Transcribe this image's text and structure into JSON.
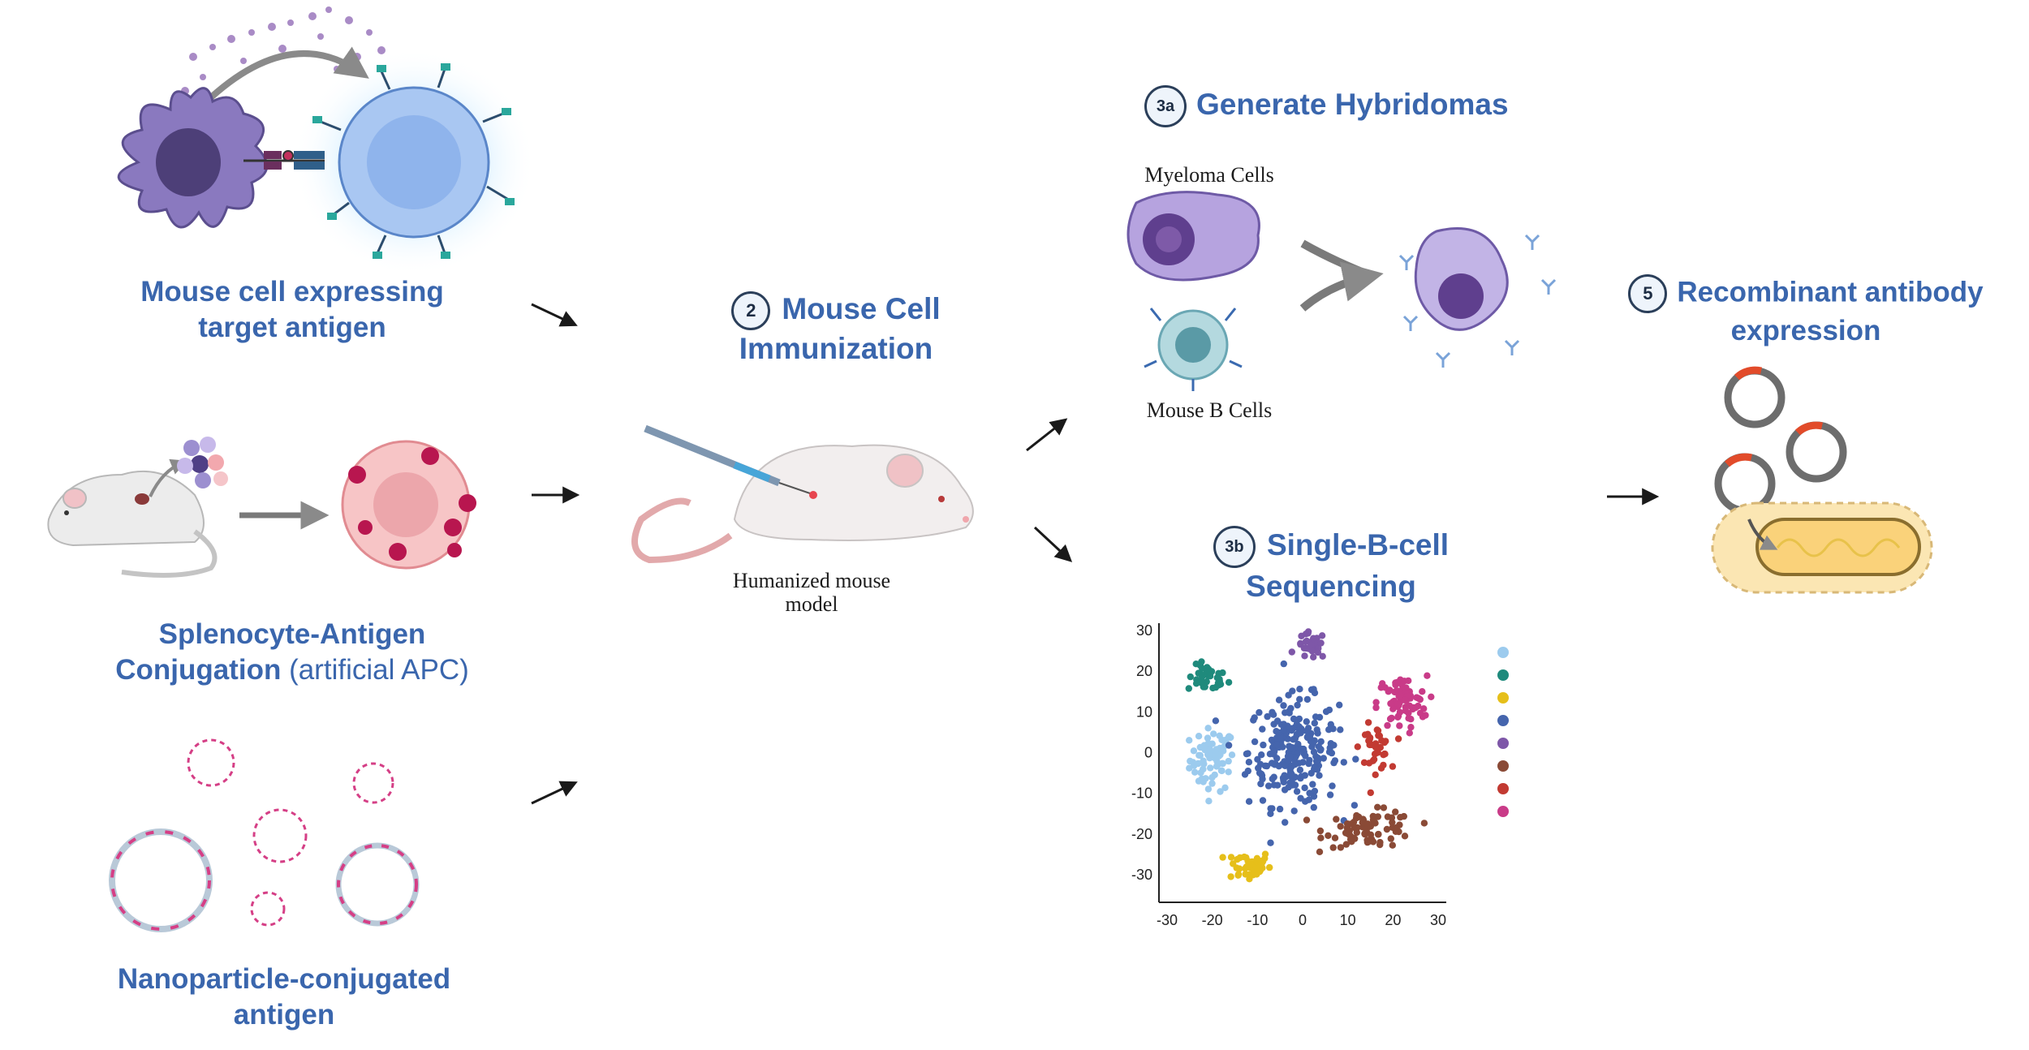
{
  "step1": {
    "mouse_cell_line1": "Mouse cell expressing",
    "mouse_cell_line2": "target antigen",
    "splenocyte_line1": "Splenocyte-Antigen",
    "splenocyte_line2": "Conjugation",
    "splenocyte_suffix": "(artificial APC)",
    "nanoparticle_line1": "Nanoparticle-conjugated",
    "nanoparticle_line2": "antigen"
  },
  "step2": {
    "badge": "2",
    "title_line1": "Mouse Cell",
    "title_line2": "Immunization",
    "caption_line1": "Humanized mouse",
    "caption_line2": "model"
  },
  "step3a": {
    "badge": "3a",
    "title": "Generate Hybridomas",
    "myeloma_label": "Myeloma Cells",
    "bcell_label": "Mouse B Cells"
  },
  "step3b": {
    "badge": "3b",
    "title_line1": "Single-B-cell",
    "title_line2": "Sequencing"
  },
  "step5": {
    "badge": "5",
    "title_line1": "Recombinant antibody",
    "title_line2": "expression"
  },
  "chart_data": {
    "type": "scatter",
    "title": "",
    "xlabel": "",
    "ylabel": "",
    "xlim": [
      -30,
      30
    ],
    "ylim": [
      -35,
      30
    ],
    "x_ticks": [
      "-30",
      "-20",
      "-10",
      "0",
      "10",
      "20",
      "30"
    ],
    "y_ticks": [
      "30",
      "20",
      "10",
      "0",
      "-10",
      "-20",
      "-30"
    ],
    "grid": false,
    "legend": "right",
    "clusters": [
      {
        "color": "#9ccbee",
        "center": [
          -20,
          -2
        ],
        "spread": [
          4.5,
          7
        ],
        "count": 70
      },
      {
        "color": "#1f8a7c",
        "center": [
          -21,
          18
        ],
        "spread": [
          4,
          3
        ],
        "count": 40
      },
      {
        "color": "#e6bf1a",
        "center": [
          -12,
          -28
        ],
        "spread": [
          4.5,
          3.5
        ],
        "count": 45
      },
      {
        "color": "#4565ad",
        "center": [
          -2,
          0
        ],
        "spread": [
          9,
          12
        ],
        "count": 240
      },
      {
        "color": "#7e57a8",
        "center": [
          2,
          26
        ],
        "spread": [
          3,
          3
        ],
        "count": 30
      },
      {
        "color": "#8a4a36",
        "center": [
          15,
          -19
        ],
        "spread": [
          9,
          4
        ],
        "count": 80
      },
      {
        "color": "#c23a32",
        "center": [
          16,
          1
        ],
        "spread": [
          3,
          5
        ],
        "count": 40
      },
      {
        "color": "#c93b88",
        "center": [
          22,
          12
        ],
        "spread": [
          5,
          6
        ],
        "count": 75
      }
    ],
    "legend_colors": [
      "#9ccbee",
      "#1f8a7c",
      "#e6bf1a",
      "#4565ad",
      "#7e57a8",
      "#8a4a36",
      "#c23a32",
      "#c93b88"
    ]
  },
  "colors": {
    "label_blue": "#3a66ad",
    "arrow": "#1a1a1a"
  }
}
